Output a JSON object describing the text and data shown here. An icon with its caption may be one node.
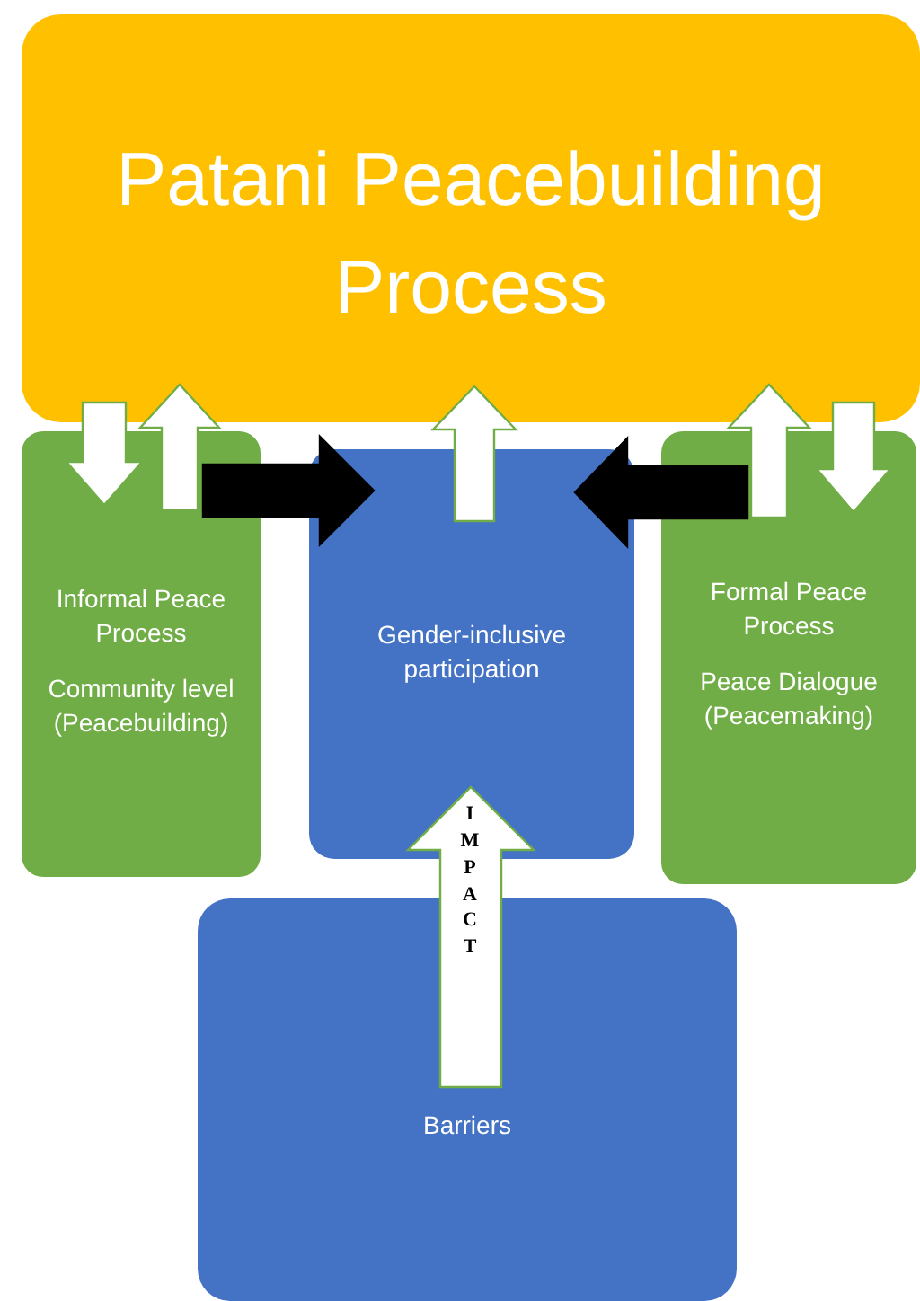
{
  "diagram": {
    "nodes": [
      {
        "text": [
          "Patani Peacebuilding Process"
        ]
      },
      {
        "text": [
          "Informal Peace Process",
          "Community level (Peacebuilding)"
        ]
      },
      {
        "text": [
          "Gender-inclusive participation"
        ]
      },
      {
        "text": [
          "Formal Peace Process",
          "Peace Dialogue (Peacemaking)"
        ]
      },
      {
        "text": [
          "Barriers"
        ]
      }
    ],
    "edges": [
      {
        "from": 0,
        "to": 1,
        "arrow": "to"
      },
      {
        "from": 1,
        "to": 0,
        "arrow": "to"
      },
      {
        "from": 2,
        "to": 0,
        "arrow": "to"
      },
      {
        "from": 3,
        "to": 0,
        "arrow": "to"
      },
      {
        "from": 0,
        "to": 3,
        "arrow": "to"
      },
      {
        "from": 1,
        "to": 2,
        "arrow": "to",
        "color": "#000000"
      },
      {
        "from": 3,
        "to": 2,
        "arrow": "to",
        "color": "#000000"
      },
      {
        "from": 4,
        "to": 2,
        "arrow": "to",
        "label": "IMPACT"
      }
    ]
  }
}
